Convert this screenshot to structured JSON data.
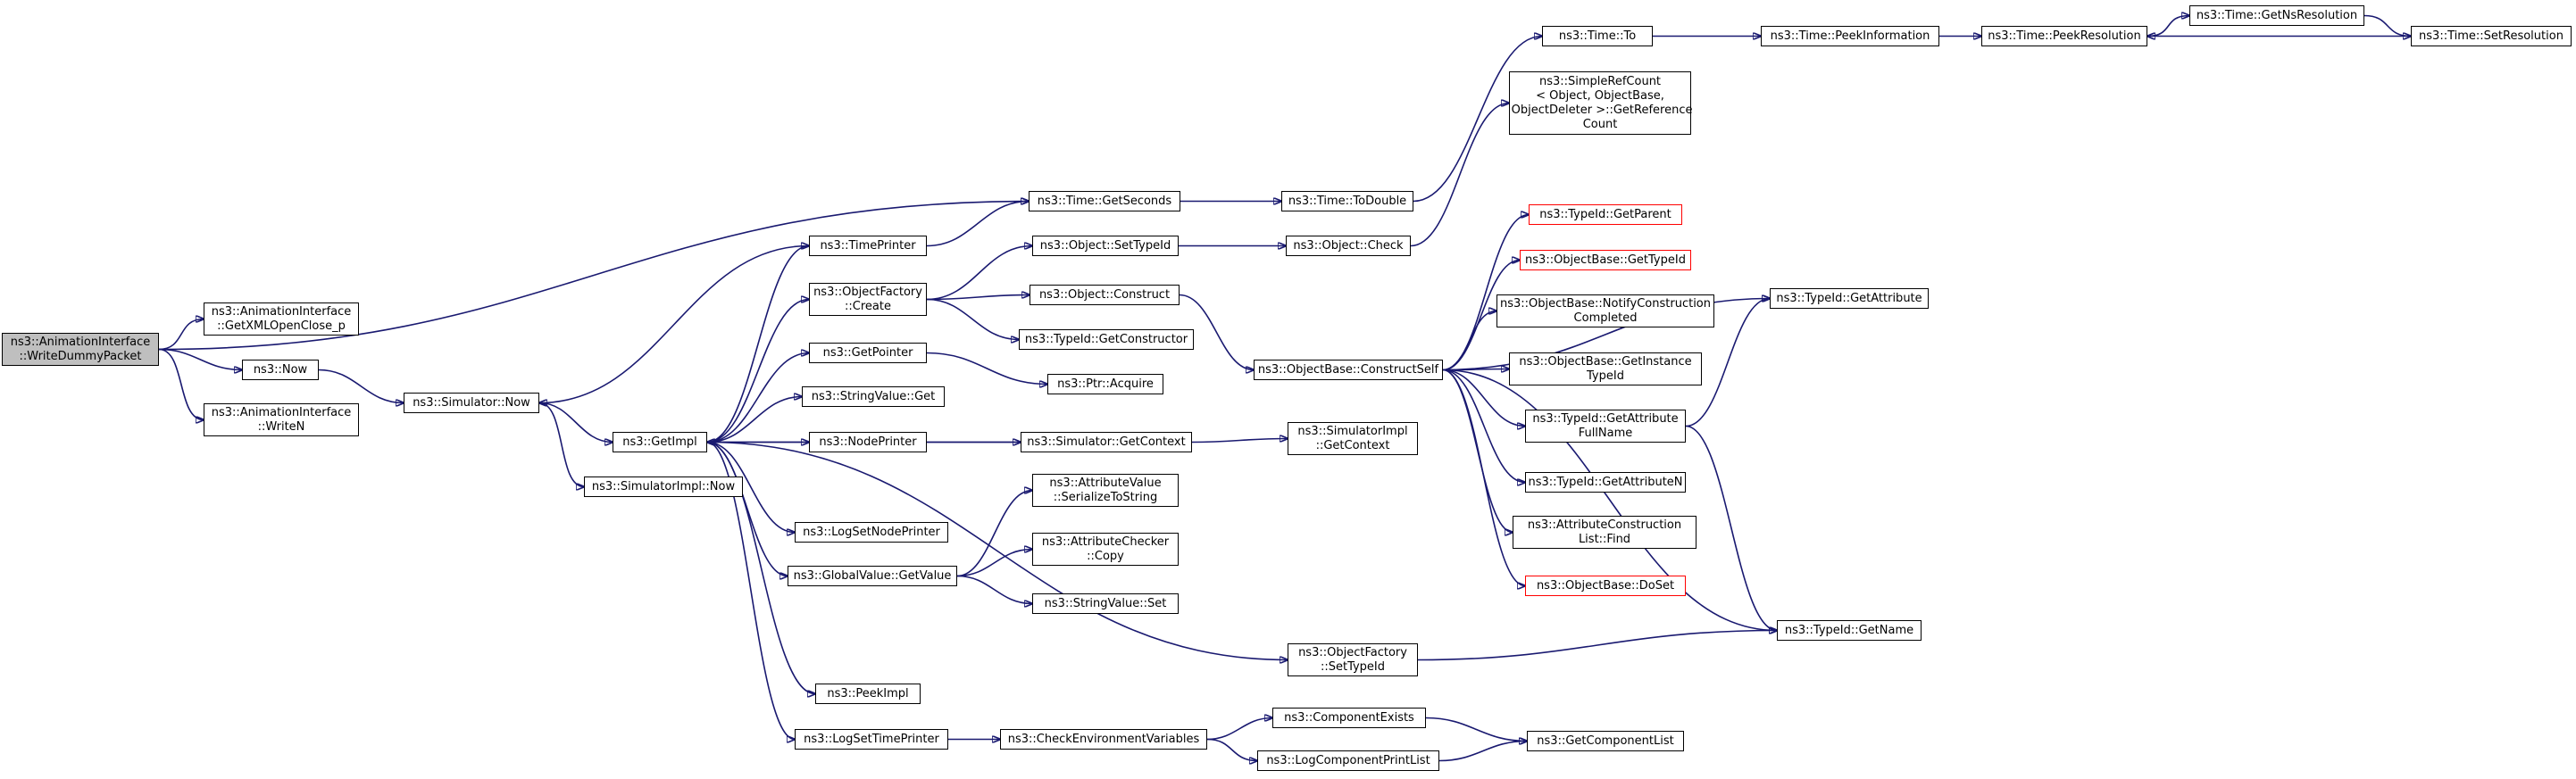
{
  "colors": {
    "edge": "#191970",
    "root_fill": "#bfbfbf",
    "node_border": "#000000",
    "truncated_border": "#ff0000"
  },
  "nodes": {
    "write_dummy_packet": {
      "label": "ns3::AnimationInterface\n::WriteDummyPacket",
      "type": "root"
    },
    "get_xml_open_close": {
      "label": "ns3::AnimationInterface\n::GetXMLOpenClose_p"
    },
    "now": {
      "label": "ns3::Now"
    },
    "write_n": {
      "label": "ns3::AnimationInterface\n::WriteN"
    },
    "simulator_now": {
      "label": "ns3::Simulator::Now"
    },
    "get_impl": {
      "label": "ns3::GetImpl"
    },
    "simulator_impl_now": {
      "label": "ns3::SimulatorImpl::Now"
    },
    "time_printer": {
      "label": "ns3::TimePrinter"
    },
    "object_factory_create": {
      "label": "ns3::ObjectFactory\n::Create"
    },
    "get_pointer": {
      "label": "ns3::GetPointer"
    },
    "string_value_get": {
      "label": "ns3::StringValue::Get"
    },
    "node_printer": {
      "label": "ns3::NodePrinter"
    },
    "log_set_node_printer": {
      "label": "ns3::LogSetNodePrinter"
    },
    "global_value_get_value": {
      "label": "ns3::GlobalValue::GetValue"
    },
    "peek_impl": {
      "label": "ns3::PeekImpl"
    },
    "log_set_time_printer": {
      "label": "ns3::LogSetTimePrinter"
    },
    "time_get_seconds": {
      "label": "ns3::Time::GetSeconds"
    },
    "object_set_type_id": {
      "label": "ns3::Object::SetTypeId"
    },
    "object_construct": {
      "label": "ns3::Object::Construct"
    },
    "type_id_get_constructor": {
      "label": "ns3::TypeId::GetConstructor"
    },
    "ptr_acquire": {
      "label": "ns3::Ptr::Acquire"
    },
    "simulator_get_context": {
      "label": "ns3::Simulator::GetContext"
    },
    "attribute_value_serialize": {
      "label": "ns3::AttributeValue\n::SerializeToString"
    },
    "attribute_checker_copy": {
      "label": "ns3::AttributeChecker\n::Copy"
    },
    "string_value_set": {
      "label": "ns3::StringValue::Set"
    },
    "check_environment_variables": {
      "label": "ns3::CheckEnvironmentVariables"
    },
    "time_to_double": {
      "label": "ns3::Time::ToDouble"
    },
    "object_check": {
      "label": "ns3::Object::Check"
    },
    "object_base_construct_self": {
      "label": "ns3::ObjectBase::ConstructSelf"
    },
    "simulator_impl_get_context": {
      "label": "ns3::SimulatorImpl\n::GetContext"
    },
    "object_factory_set_type_id": {
      "label": "ns3::ObjectFactory\n::SetTypeId"
    },
    "component_exists": {
      "label": "ns3::ComponentExists"
    },
    "log_component_print_list": {
      "label": "ns3::LogComponentPrintList"
    },
    "time_to": {
      "label": "ns3::Time::To"
    },
    "simple_ref_count": {
      "label": "ns3::SimpleRefCount\n< Object, ObjectBase,\n ObjectDeleter >::GetReference\nCount"
    },
    "type_id_get_parent": {
      "label": "ns3::TypeId::GetParent",
      "type": "truncated"
    },
    "object_base_get_type_id": {
      "label": "ns3::ObjectBase::GetTypeId",
      "type": "truncated"
    },
    "object_base_notify_construction": {
      "label": "ns3::ObjectBase::NotifyConstruction\nCompleted"
    },
    "object_base_get_instance_type_id": {
      "label": "ns3::ObjectBase::GetInstance\nTypeId"
    },
    "type_id_get_attribute_full_name": {
      "label": "ns3::TypeId::GetAttribute\nFullName"
    },
    "type_id_get_attribute_n": {
      "label": "ns3::TypeId::GetAttributeN"
    },
    "attribute_construction_list_find": {
      "label": "ns3::AttributeConstruction\nList::Find"
    },
    "object_base_do_set": {
      "label": "ns3::ObjectBase::DoSet",
      "type": "truncated"
    },
    "get_component_list": {
      "label": "ns3::GetComponentList"
    },
    "time_peek_information": {
      "label": "ns3::Time::PeekInformation"
    },
    "type_id_get_attribute": {
      "label": "ns3::TypeId::GetAttribute"
    },
    "type_id_get_name": {
      "label": "ns3::TypeId::GetName"
    },
    "time_peek_resolution": {
      "label": "ns3::Time::PeekResolution"
    },
    "time_get_ns_resolution": {
      "label": "ns3::Time::GetNsResolution"
    },
    "time_set_resolution": {
      "label": "ns3::Time::SetResolution"
    }
  },
  "edges": [
    [
      "write_dummy_packet",
      "get_xml_open_close"
    ],
    [
      "write_dummy_packet",
      "now"
    ],
    [
      "write_dummy_packet",
      "write_n"
    ],
    [
      "write_dummy_packet",
      "time_get_seconds"
    ],
    [
      "now",
      "simulator_now"
    ],
    [
      "simulator_now",
      "get_impl"
    ],
    [
      "simulator_now",
      "simulator_impl_now"
    ],
    [
      "get_impl",
      "time_printer"
    ],
    [
      "get_impl",
      "object_factory_create"
    ],
    [
      "get_impl",
      "get_pointer"
    ],
    [
      "get_impl",
      "string_value_get"
    ],
    [
      "get_impl",
      "node_printer"
    ],
    [
      "get_impl",
      "log_set_node_printer"
    ],
    [
      "get_impl",
      "global_value_get_value"
    ],
    [
      "get_impl",
      "peek_impl"
    ],
    [
      "get_impl",
      "log_set_time_printer"
    ],
    [
      "get_impl",
      "object_factory_set_type_id"
    ],
    [
      "time_printer",
      "simulator_now"
    ],
    [
      "time_printer",
      "time_get_seconds"
    ],
    [
      "object_factory_create",
      "object_set_type_id"
    ],
    [
      "object_factory_create",
      "object_construct"
    ],
    [
      "object_factory_create",
      "type_id_get_constructor"
    ],
    [
      "get_pointer",
      "ptr_acquire"
    ],
    [
      "node_printer",
      "simulator_get_context"
    ],
    [
      "simulator_get_context",
      "get_impl"
    ],
    [
      "simulator_get_context",
      "simulator_impl_get_context"
    ],
    [
      "global_value_get_value",
      "attribute_value_serialize"
    ],
    [
      "global_value_get_value",
      "attribute_checker_copy"
    ],
    [
      "global_value_get_value",
      "string_value_set"
    ],
    [
      "log_set_time_printer",
      "check_environment_variables"
    ],
    [
      "check_environment_variables",
      "component_exists"
    ],
    [
      "check_environment_variables",
      "log_component_print_list"
    ],
    [
      "component_exists",
      "get_component_list"
    ],
    [
      "log_component_print_list",
      "get_component_list"
    ],
    [
      "time_get_seconds",
      "time_to_double"
    ],
    [
      "time_to_double",
      "time_to"
    ],
    [
      "time_to",
      "time_peek_information"
    ],
    [
      "time_peek_information",
      "time_peek_resolution"
    ],
    [
      "time_peek_resolution",
      "time_get_ns_resolution"
    ],
    [
      "time_get_ns_resolution",
      "time_set_resolution"
    ],
    [
      "time_set_resolution",
      "time_peek_resolution"
    ],
    [
      "object_set_type_id",
      "object_check"
    ],
    [
      "object_check",
      "simple_ref_count"
    ],
    [
      "object_construct",
      "object_base_construct_self"
    ],
    [
      "object_base_construct_self",
      "type_id_get_parent"
    ],
    [
      "object_base_construct_self",
      "object_base_get_type_id"
    ],
    [
      "object_base_construct_self",
      "object_base_notify_construction"
    ],
    [
      "object_base_construct_self",
      "object_base_get_instance_type_id"
    ],
    [
      "object_base_construct_self",
      "type_id_get_attribute_full_name"
    ],
    [
      "object_base_construct_self",
      "type_id_get_attribute_n"
    ],
    [
      "object_base_construct_self",
      "attribute_construction_list_find"
    ],
    [
      "object_base_construct_self",
      "object_base_do_set"
    ],
    [
      "object_base_construct_self",
      "type_id_get_attribute"
    ],
    [
      "object_base_construct_self",
      "type_id_get_name"
    ],
    [
      "type_id_get_attribute_full_name",
      "type_id_get_attribute"
    ],
    [
      "type_id_get_attribute_full_name",
      "type_id_get_name"
    ],
    [
      "object_factory_set_type_id",
      "type_id_get_name"
    ]
  ]
}
